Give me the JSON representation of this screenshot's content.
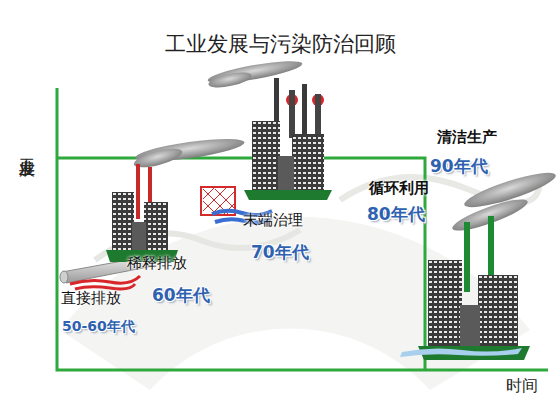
{
  "diagram": {
    "title": "工业发展与污染防治回顾",
    "labels": [
      "工业发展",
      "时间",
      "直接排放",
      "50-60年代",
      "稀释排放",
      "60年代",
      "末端治理",
      "70年代",
      "循环利用",
      "80年代",
      "清洁生产",
      "90年代"
    ]
  }
}
